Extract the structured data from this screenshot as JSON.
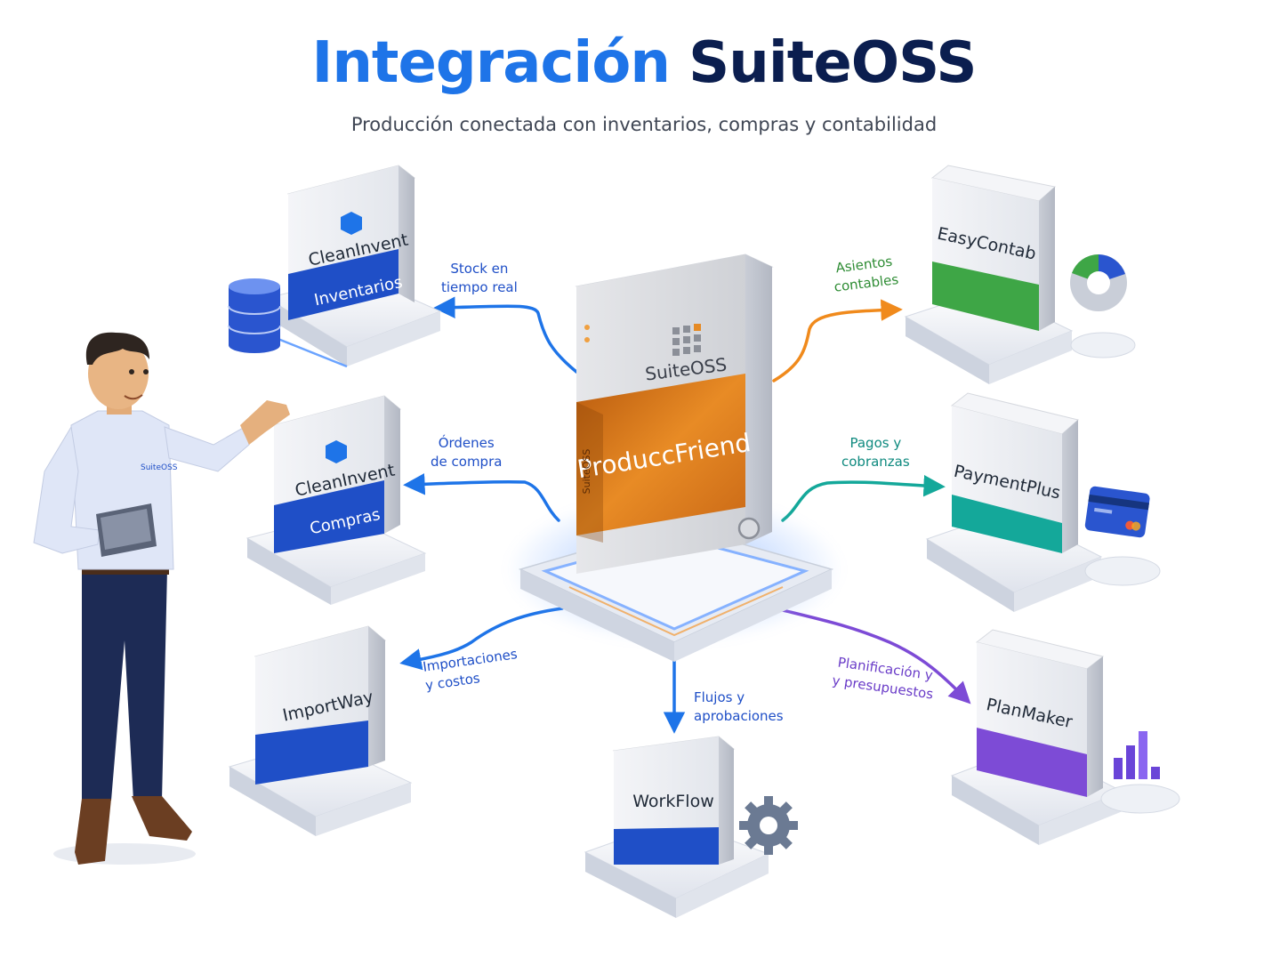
{
  "header": {
    "title_accent": "Integración",
    "title_main": "SuiteOSS",
    "subtitle": "Producción conectada con inventarios, compras y contabilidad"
  },
  "colors": {
    "blue": "#1e74e8",
    "navy": "#0b1e4f",
    "orange": "#f08a1c",
    "green": "#3ea646",
    "teal": "#14a89a",
    "purple": "#7d4bd6",
    "module_blue": "#1f4fc7"
  },
  "center": {
    "brand": "SuiteOSS",
    "product": "ProduccFriend",
    "side_label": "SuiteOSS"
  },
  "modules": {
    "cleaninvent_inv": {
      "brand": "CleanInvent",
      "band": "Inventarios"
    },
    "cleaninvent_comp": {
      "brand": "CleanInvent",
      "band": "Compras"
    },
    "importway": {
      "brand": "ImportWay"
    },
    "workflow": {
      "brand": "WorkFlow"
    },
    "easycontab": {
      "brand": "EasyContab"
    },
    "paymentplus": {
      "brand": "PaymentPlus"
    },
    "planmaker": {
      "brand": "PlanMaker"
    }
  },
  "connections": {
    "stock": [
      "Stock en",
      "tiempo real"
    ],
    "ordenes": [
      "Órdenes",
      "de compra"
    ],
    "importaciones": [
      "Importaciones",
      "y costos"
    ],
    "flujos": [
      "Flujos y",
      "aprobaciones"
    ],
    "asientos": [
      "Asientos",
      "contables"
    ],
    "pagos": [
      "Pagos y",
      "cobranzas"
    ],
    "planificacion": [
      "Planificación y",
      "y presupuestos"
    ]
  },
  "person": {
    "shirt_logo": "SuiteOSS"
  }
}
